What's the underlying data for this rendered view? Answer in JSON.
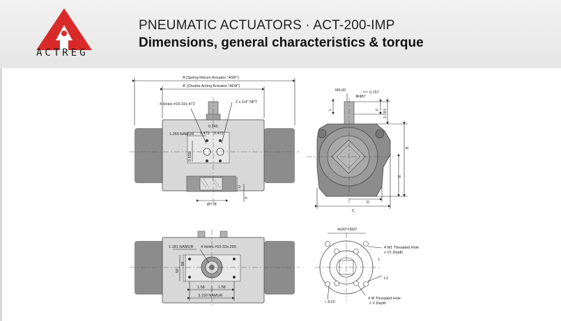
{
  "header": {
    "logo_text": "ACTREG",
    "title_line1": "PNEUMATIC ACTUATORS · ACT-200-IMP",
    "title_line2": "Dimensions, general characteristics & torque"
  },
  "drawing": {
    "front": {
      "dim_a": "A (Spring Return Actuator \"ASR\")",
      "dim_a_prime": "A' (Double Acting Actuator \"ADA\")",
      "holes": "4 Holes #10-32x.472",
      "npt": "2 x 1/4\" NPT",
      "d0945": "0.945",
      "d0472a": "0.472",
      "d0472b": "0.472",
      "namur": "1.260 NAMUR",
      "d0630": "0.630",
      "d_oti": "ØT f8",
      "label_u": "U",
      "label_x": "X"
    },
    "side": {
      "m6": "M6.00",
      "d0157a": "0.157",
      "d0157b": "0.157",
      "d1181": "1.181",
      "label_l": "L",
      "label_f": "F",
      "label_b": "B",
      "label_e": "E",
      "label_d": "D",
      "label_c": "C"
    },
    "bottom": {
      "namur": "1.181 NAMUR",
      "holes": "4 Holes #10-32x.295",
      "d59a": "59",
      "d59b": "59",
      "d158a": "1.58",
      "d158b": "1.58",
      "namur2": "3.150 NAMUR"
    },
    "flange": {
      "angle": "4x90°=360°",
      "m1": "4 M1 Threaded Hole",
      "v1": "x V1 Depth",
      "label_l": "L",
      "label_l1": "L1",
      "m": "4 M Threaded Hole",
      "v": "x V Depth",
      "e10": "□ E10"
    }
  },
  "colors": {
    "logo_red": "#d92a2a",
    "body_gray": "#8c8c8c",
    "line": "#222222"
  }
}
